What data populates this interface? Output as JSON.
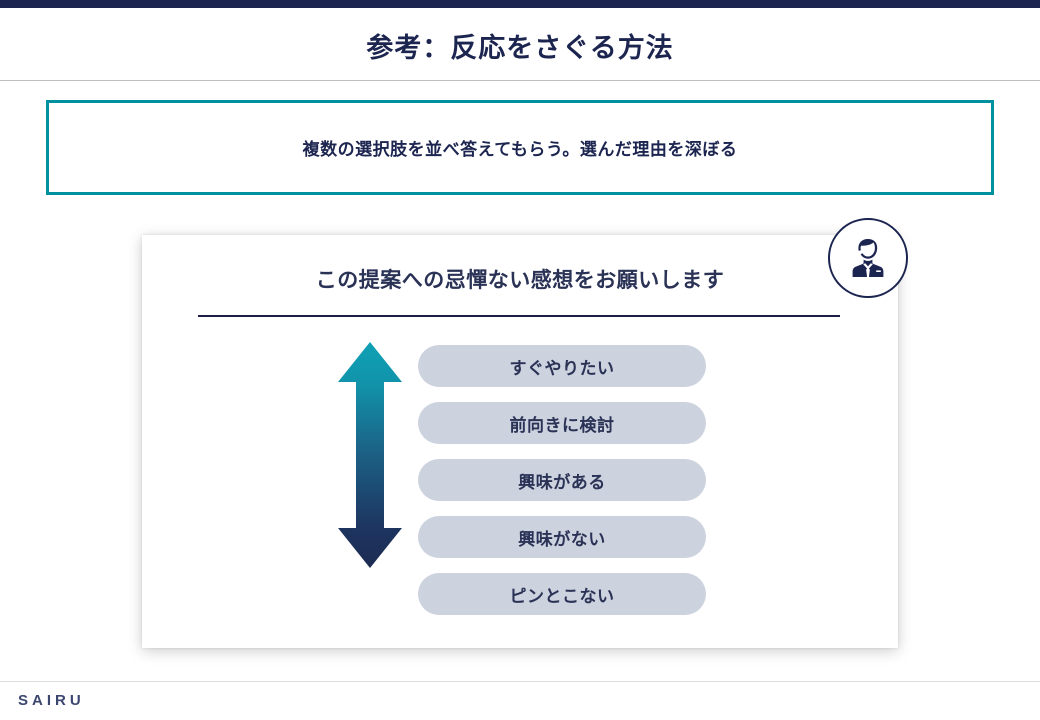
{
  "slide": {
    "title": "参考：反応をさぐる方法",
    "callout": "複数の選択肢を並べ答えてもらう。選んだ理由を深ぼる"
  },
  "card": {
    "heading": "この提案への忌憚ない感想をお願いします",
    "avatar_icon": "businessman-avatar-icon",
    "arrow_icon": "double-headed-vertical-arrow-icon",
    "options": [
      {
        "label": "すぐやりたい"
      },
      {
        "label": "前向きに検討"
      },
      {
        "label": "興味がある"
      },
      {
        "label": "興味がない"
      },
      {
        "label": "ピンとこない"
      }
    ]
  },
  "footer": {
    "logo": "SAIRU"
  },
  "colors": {
    "navy": "#1c2550",
    "navy_text": "#2a3256",
    "teal": "#00919f",
    "arrow_top": "#0fa0b4",
    "arrow_bottom": "#1d2b52",
    "pill_fill": "#ccd2de",
    "rule_gray": "#bfbfbf"
  }
}
